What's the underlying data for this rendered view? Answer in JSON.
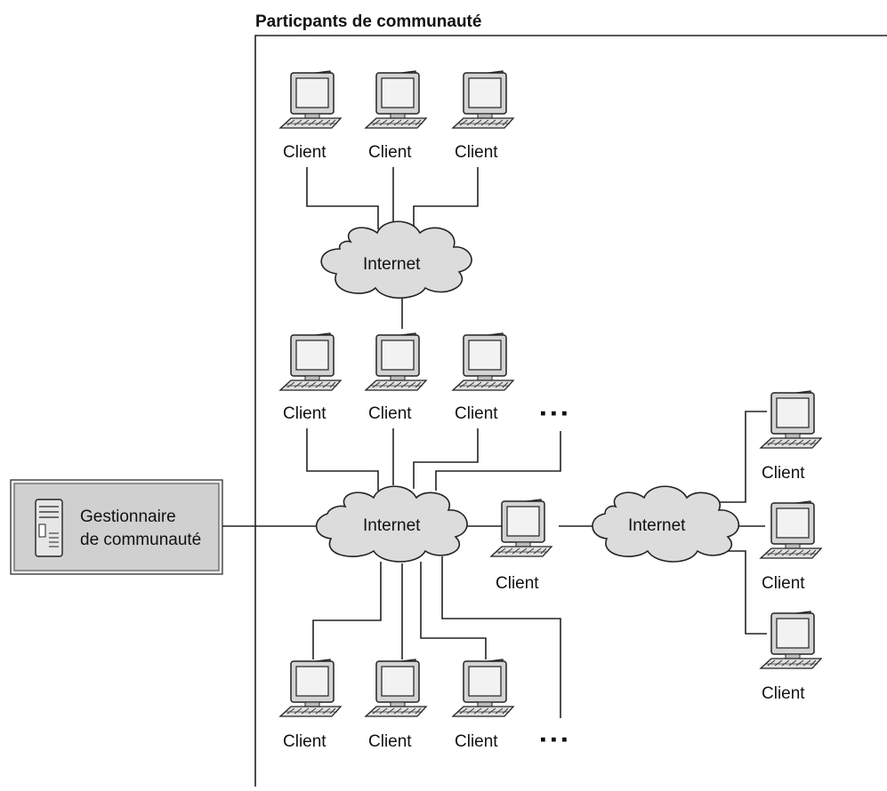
{
  "title": "Particpants de communauté",
  "manager": {
    "line1": "Gestionnaire",
    "line2": "de communauté"
  },
  "cloud_label": "Internet",
  "client_label": "Client",
  "ellipsis": "▪ ▪ ▪",
  "colors": {
    "line": "#222222",
    "cloud_fill": "#dcdcdc",
    "monitor_body": "#d4d4d4",
    "screen": "#f2f2f2",
    "manager_box": "#d0d0d0"
  }
}
